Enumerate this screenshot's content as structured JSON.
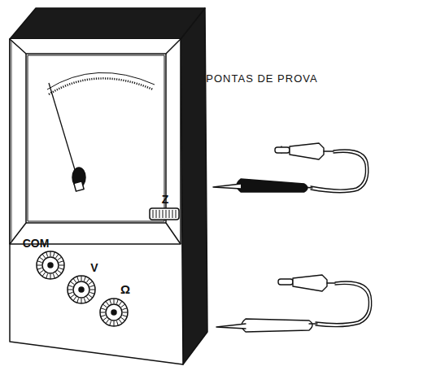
{
  "diagram": {
    "labels": [
      "PONTAS DE PROVA",
      "Z",
      "COM",
      "V",
      "Ω"
    ]
  }
}
